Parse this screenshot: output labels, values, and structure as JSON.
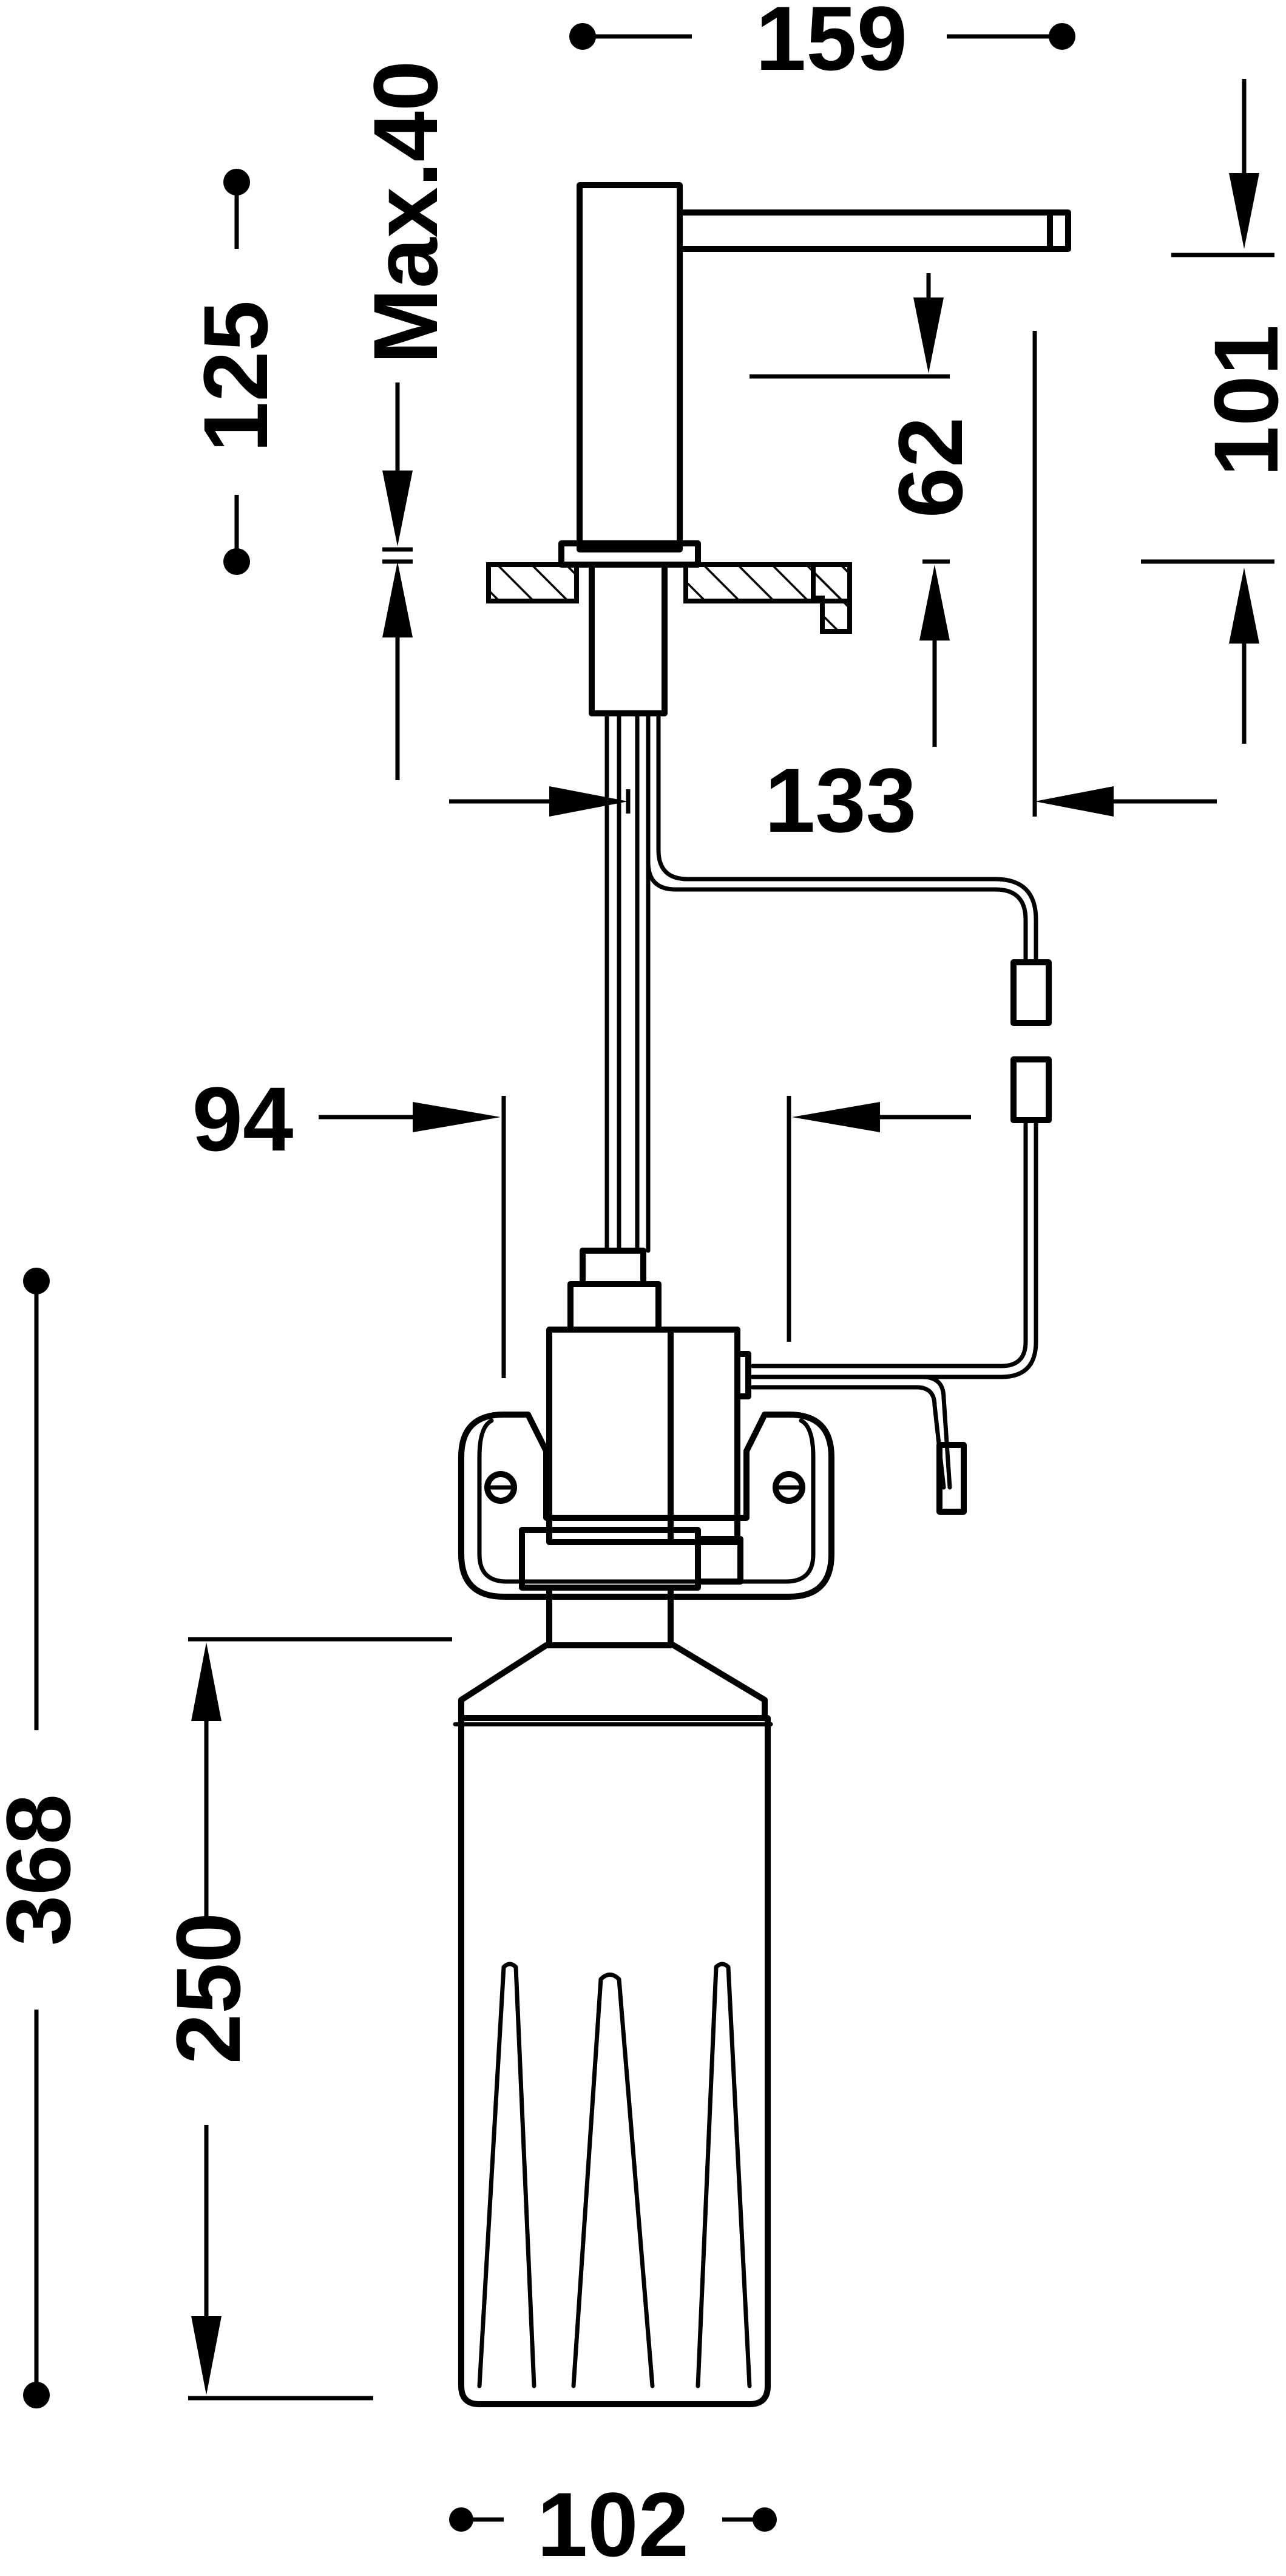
{
  "dimensions": {
    "total_width": "159",
    "max_thickness": "Max.40",
    "spout_height": "125",
    "spout_reach_from_edge": "62",
    "body_height": "101",
    "distance_133": "133",
    "distance_94": "94",
    "total_height": "368",
    "bottle_height": "250",
    "bottle_width": "102"
  },
  "colors": {
    "line": "#000000",
    "background": "#ffffff"
  }
}
